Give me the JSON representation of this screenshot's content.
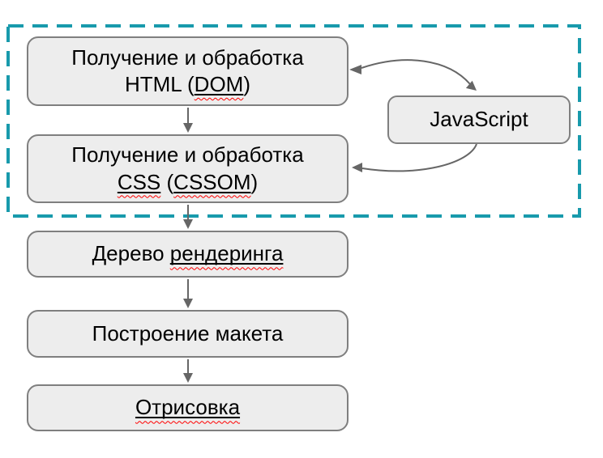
{
  "diagram": {
    "nodes": {
      "fetch_html": {
        "line1": "Получение и обработка",
        "line2_pre": "HTML (",
        "line2_flagged": "DOM",
        "line2_post": ")"
      },
      "fetch_css": {
        "line1": "Получение и обработка",
        "line2_flagged1": "CSS",
        "line2_mid": " (",
        "line2_flagged2": "CSSOM",
        "line2_post": ")"
      },
      "javascript": {
        "label": "JavaScript"
      },
      "render_tree": {
        "pre": "Дерево ",
        "flagged": "рендеринга"
      },
      "layout": {
        "label": "Построение макета"
      },
      "paint": {
        "flagged": "Отрисовка"
      }
    },
    "edges": [
      {
        "from": "fetch_html",
        "to": "fetch_css",
        "style": "straight-arrow"
      },
      {
        "from": "fetch_html",
        "to": "javascript",
        "style": "curved-double-arrow"
      },
      {
        "from": "javascript",
        "to": "fetch_css",
        "style": "curved-arrow"
      },
      {
        "from": "fetch_css",
        "to": "render_tree",
        "style": "straight-arrow"
      },
      {
        "from": "render_tree",
        "to": "layout",
        "style": "straight-arrow"
      },
      {
        "from": "layout",
        "to": "paint",
        "style": "straight-arrow"
      }
    ],
    "colors": {
      "background": "#ffffff",
      "node_fill": "#ededed",
      "node_border": "#7f7f7f",
      "arrow": "#666666",
      "group_dashed_border": "#189aac",
      "text": "#000000",
      "word_underline": "#000000",
      "spellcheck_wavy": "#ff0000"
    }
  }
}
